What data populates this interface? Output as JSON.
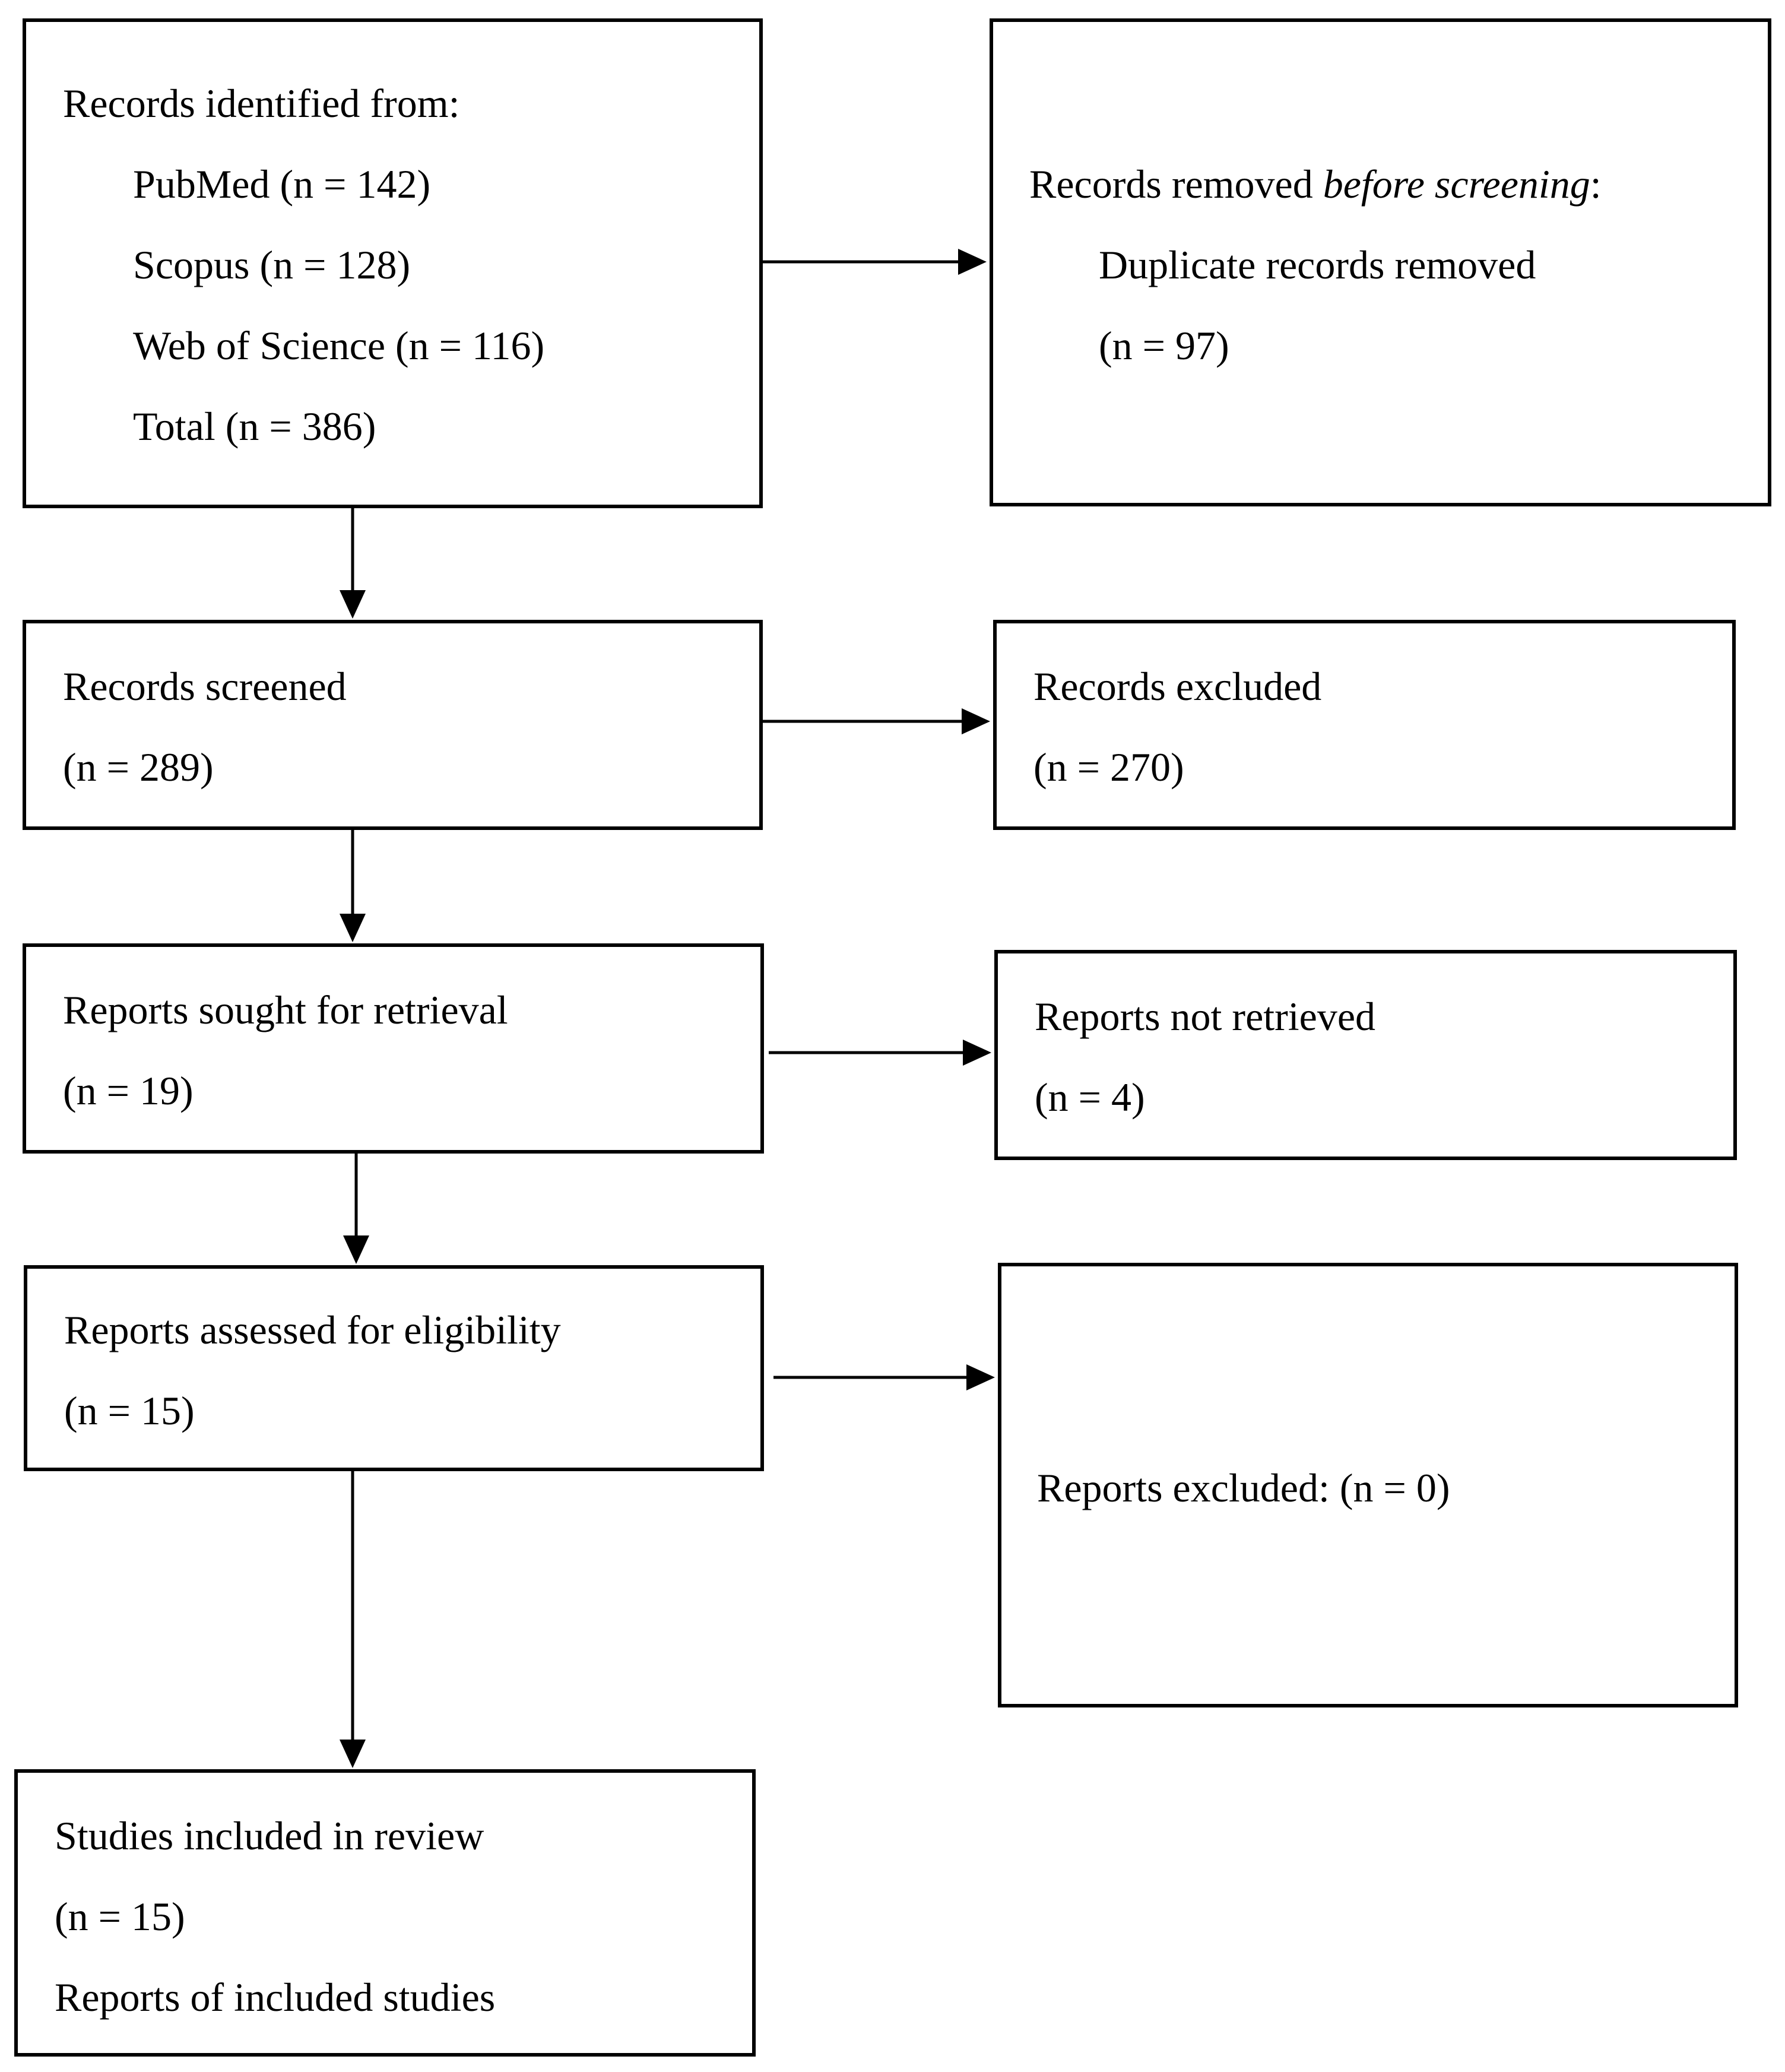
{
  "identification": {
    "heading": "Records identified from:",
    "sources": [
      "PubMed (n = 142)",
      "Scopus (n = 128)",
      "Web of Science (n = 116)"
    ],
    "total": "Total (n = 386)"
  },
  "removed": {
    "heading_prefix": "Records removed ",
    "heading_italic": "before screening",
    "heading_suffix": ":",
    "item": "Duplicate records removed",
    "count": "(n = 97)"
  },
  "screened": {
    "label": "Records screened",
    "count": "(n = 289)"
  },
  "excluded": {
    "label": "Records excluded",
    "count": "(n = 270)"
  },
  "sought": {
    "label": "Reports sought for retrieval",
    "count": "(n = 19)"
  },
  "not_retrieved": {
    "label": "Reports not retrieved",
    "count": "(n = 4)"
  },
  "assessed": {
    "label": "Reports assessed for eligibility",
    "count": "(n = 15)"
  },
  "reports_excluded": {
    "label": "Reports excluded: (n = 0)"
  },
  "included": {
    "label": "Studies included in review",
    "count": "(n = 15)",
    "reports": "Reports of included studies"
  }
}
